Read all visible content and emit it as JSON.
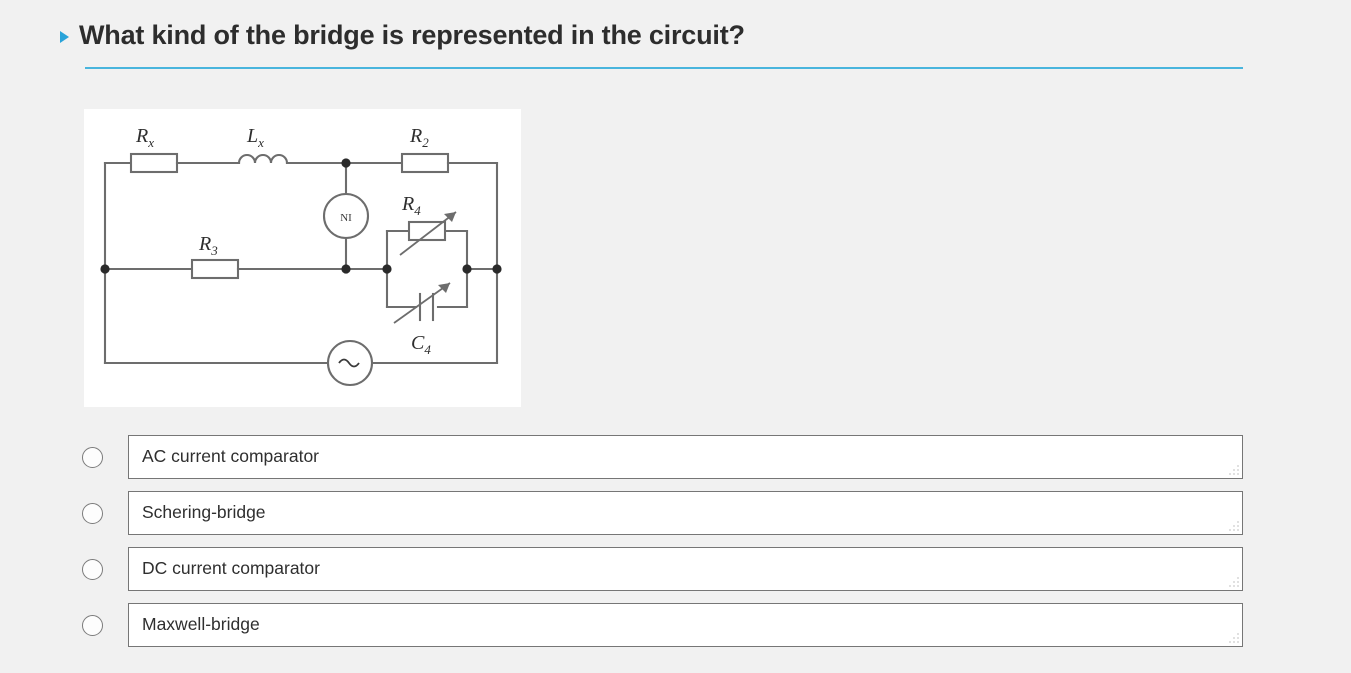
{
  "question": {
    "bullet_icon": "triangle-right-icon",
    "text": "What kind of the bridge is represented in the circuit?",
    "accent_color": "#49b5dd"
  },
  "figure": {
    "name": "bridge-circuit-diagram",
    "alt": "AC bridge circuit schematic",
    "background": "#ffffff",
    "line_color": "#6d6d6d",
    "labels": {
      "rx": "R",
      "rx_sub": "x",
      "lx": "L",
      "lx_sub": "x",
      "r2": "R",
      "r2_sub": "2",
      "r3": "R",
      "r3_sub": "3",
      "r4": "R",
      "r4_sub": "4",
      "c4": "C",
      "c4_sub": "4",
      "detector": "NI",
      "source": "~"
    }
  },
  "options": [
    {
      "id": "option-1",
      "label": "AC current comparator",
      "selected": false
    },
    {
      "id": "option-2",
      "label": "Schering-bridge",
      "selected": false
    },
    {
      "id": "option-3",
      "label": "DC current comparator",
      "selected": false
    },
    {
      "id": "option-4",
      "label": "Maxwell-bridge",
      "selected": false
    }
  ]
}
